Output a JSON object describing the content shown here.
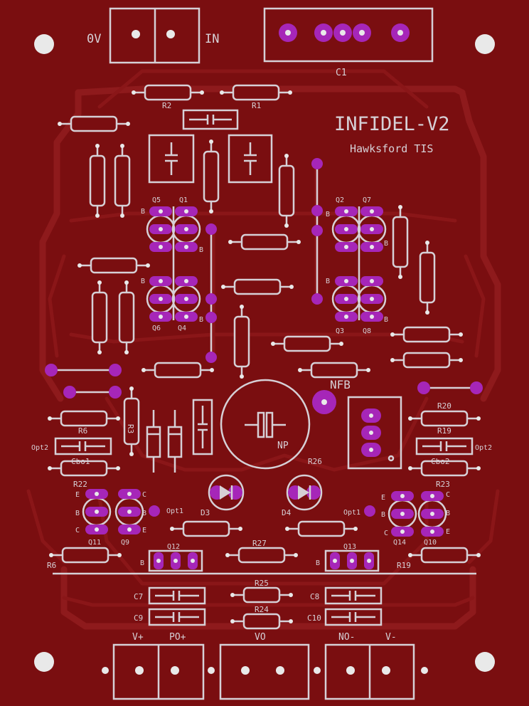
{
  "board": {
    "title": "INFIDEL-V2",
    "subtitle": "Hawksford TIS",
    "colors": {
      "board": "#7a0e10",
      "silk": "#d6d0d6",
      "pad": "#a626b8",
      "hole": "#e9e9e9"
    }
  },
  "connectors": {
    "ov": "0V",
    "in": "IN",
    "c1": "C1",
    "vplus": "V+",
    "poplus": "PO+",
    "vo": "VO",
    "nominus": "NO-",
    "vminus": "V-"
  },
  "labels": {
    "r1": "R1",
    "r2": "R2",
    "r3": "R3",
    "r6": "R6",
    "r6b": "R6",
    "r19": "R19",
    "r19b": "R19",
    "r20": "R20",
    "r22": "R22",
    "r23": "R23",
    "r24": "R24",
    "r25": "R25",
    "r26": "R26",
    "r27": "R27",
    "c7": "C7",
    "c8": "C8",
    "c9": "C9",
    "c10": "C10",
    "cbo1": "Cbo1",
    "cbo2": "Cbo2",
    "opt1a": "Opt1",
    "opt1b": "Opt1",
    "opt2a": "Opt2",
    "opt2b": "Opt2",
    "nfb": "NFB",
    "np": "NP",
    "d3": "D3",
    "d4": "D4"
  },
  "transistors": {
    "q1": "Q1",
    "q2": "Q2",
    "q3": "Q3",
    "q4": "Q4",
    "q5": "Q5",
    "q6": "Q6",
    "q7": "Q7",
    "q8": "Q8",
    "q9": "Q9",
    "q10": "Q10",
    "q11": "Q11",
    "q12": "Q12",
    "q13": "Q13",
    "q14": "Q14"
  },
  "pins": {
    "b": "B",
    "c": "C",
    "e": "E"
  }
}
